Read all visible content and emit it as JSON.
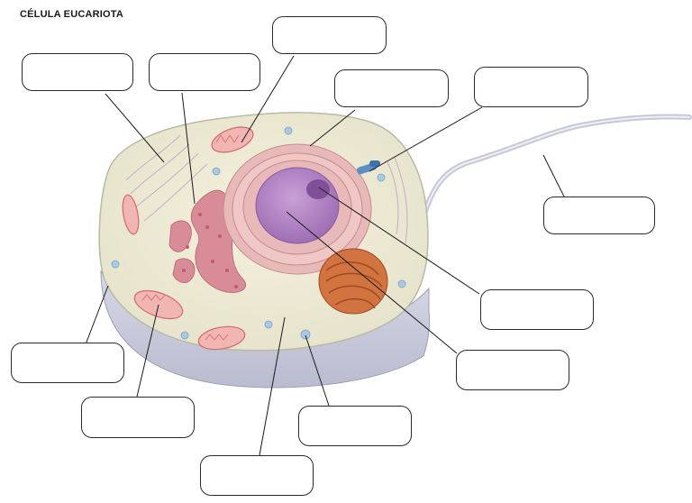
{
  "diagram": {
    "title": "CÉLULA EUCARIOTA",
    "labels": [
      {
        "id": "label-1",
        "text": ""
      },
      {
        "id": "label-2",
        "text": ""
      },
      {
        "id": "label-3",
        "text": ""
      },
      {
        "id": "label-4",
        "text": ""
      },
      {
        "id": "label-5",
        "text": ""
      },
      {
        "id": "label-6",
        "text": ""
      },
      {
        "id": "label-7",
        "text": ""
      },
      {
        "id": "label-8",
        "text": ""
      },
      {
        "id": "label-9",
        "text": ""
      },
      {
        "id": "label-10",
        "text": ""
      },
      {
        "id": "label-11",
        "text": ""
      },
      {
        "id": "label-12",
        "text": ""
      }
    ]
  }
}
